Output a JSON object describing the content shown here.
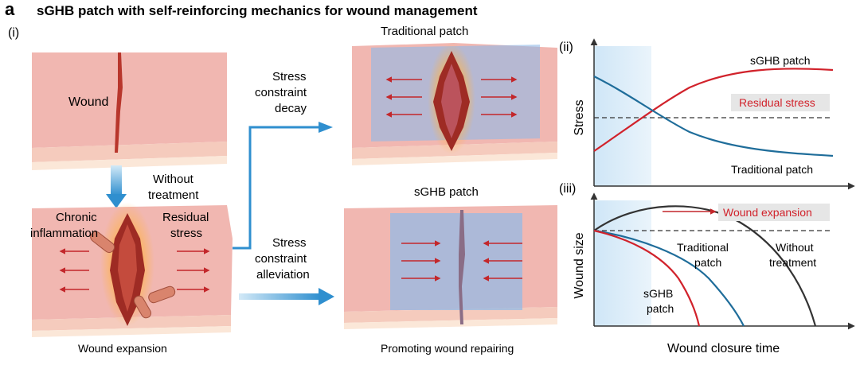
{
  "header": {
    "panel_letter": "a",
    "title": "sGHB patch with self-reinforcing mechanics for wound management"
  },
  "panel_i": {
    "label": "(i)",
    "wound_label": "Wound",
    "without_treatment": [
      "Without",
      "treatment"
    ],
    "chronic_inflammation": [
      "Chronic",
      "inflammation"
    ],
    "residual_stress": [
      "Residual",
      "stress"
    ],
    "caption_left": "Wound expansion",
    "traditional_title": "Traditional patch",
    "sghb_title": "sGHB patch",
    "decay_text": [
      "Stress",
      "constraint",
      "decay"
    ],
    "alleviation_text": [
      "Stress",
      "constraint",
      "alleviation"
    ],
    "caption_right": "Promoting wound repairing"
  },
  "panel_ii": {
    "label": "(ii)",
    "ylabel": "Stress",
    "sghb_label": "sGHB patch",
    "residual_label": "Residual stress",
    "traditional_label": "Traditional patch"
  },
  "panel_iii": {
    "label": "(iii)",
    "ylabel": "Wound size",
    "xlabel": "Wound closure time",
    "expansion_label": "Wound expansion",
    "traditional_label": [
      "Traditional",
      "patch"
    ],
    "without_label": [
      "Without",
      "treatment"
    ],
    "sghb_label": [
      "sGHB",
      "patch"
    ]
  },
  "colors": {
    "skin_top": "#f1b7b1",
    "skin_side": "#f7d8c8",
    "wound": "#b8362c",
    "patch_blue": "#8fb9e8",
    "arrow_blue": "#2f8fcf",
    "stress_arrow": "#c3272b",
    "sghb_curve": "#d1222b",
    "traditional_curve": "#1f6d9a",
    "untreated_curve": "#333333",
    "shade": "#cfe6f7"
  },
  "icons": [
    "arrow-right-icon",
    "arrow-down-icon",
    "bacteria-icon"
  ]
}
